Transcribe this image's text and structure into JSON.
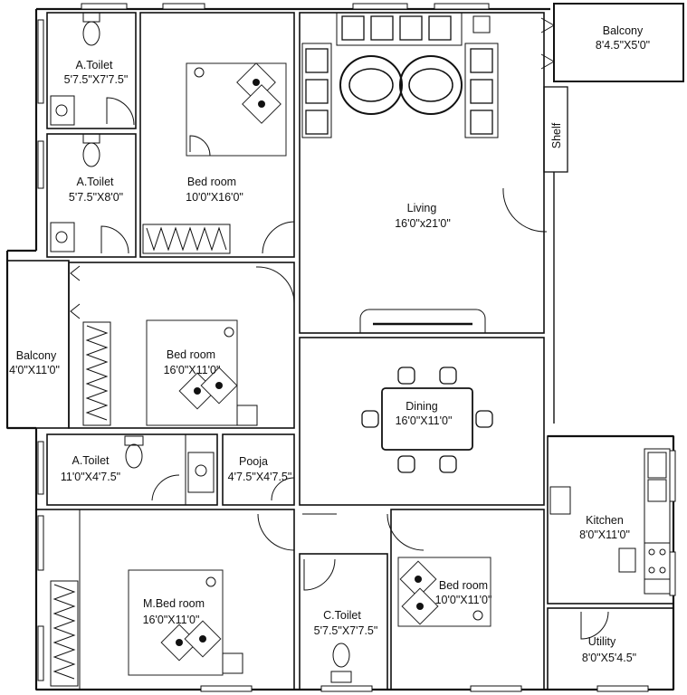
{
  "rooms": [
    {
      "id": "a-toilet-1",
      "name": "A.Toilet",
      "size": "5'7.5\"X7'7.5\""
    },
    {
      "id": "bedroom-1",
      "name": "Bed room",
      "size": "10'0\"X16'0\""
    },
    {
      "id": "living",
      "name": "Living",
      "size": "16'0\"x21'0\""
    },
    {
      "id": "balcony-top",
      "name": "Balcony",
      "size": "8'4.5\"X5'0\""
    },
    {
      "id": "shelf",
      "name": "Shelf",
      "size": ""
    },
    {
      "id": "a-toilet-2",
      "name": "A.Toilet",
      "size": "5'7.5\"X8'0\""
    },
    {
      "id": "balcony-left",
      "name": "Balcony",
      "size": "4'0\"X11'0\""
    },
    {
      "id": "bedroom-2",
      "name": "Bed room",
      "size": "16'0\"X11'0\""
    },
    {
      "id": "dining",
      "name": "Dining",
      "size": "16'0\"X11'0\""
    },
    {
      "id": "a-toilet-3",
      "name": "A.Toilet",
      "size": "11'0\"X4'7.5\""
    },
    {
      "id": "pooja",
      "name": "Pooja",
      "size": "4'7.5\"X4'7.5\""
    },
    {
      "id": "kitchen",
      "name": "Kitchen",
      "size": "8'0\"X11'0\""
    },
    {
      "id": "m-bedroom",
      "name": "M.Bed room",
      "size": "16'0\"X11'0\""
    },
    {
      "id": "c-toilet",
      "name": "C.Toilet",
      "size": "5'7.5\"X7'7.5\""
    },
    {
      "id": "bedroom-3",
      "name": "Bed room",
      "size": "10'0\"X11'0\""
    },
    {
      "id": "utility",
      "name": "Utility",
      "size": "8'0\"X5'4.5\""
    }
  ]
}
